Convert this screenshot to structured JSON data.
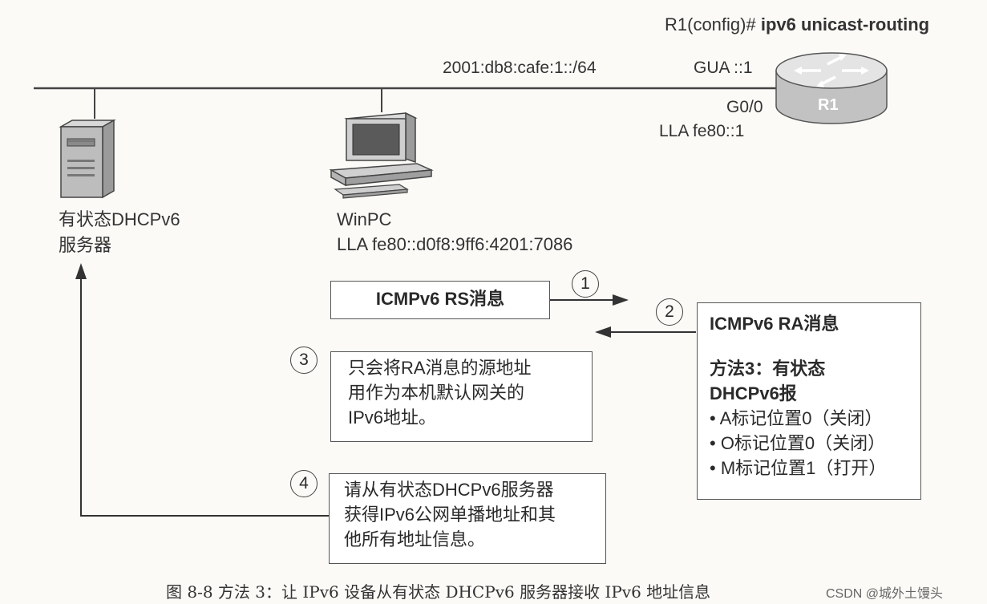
{
  "router": {
    "command_prompt": "R1(config)# ",
    "command": "ipv6 unicast-routing",
    "gua": "GUA ::1",
    "interface": "G0/0",
    "lla": "LLA fe80::1",
    "name": "R1"
  },
  "network": {
    "prefix": "2001:db8:cafe:1::/64"
  },
  "server": {
    "label_line1": "有状态DHCPv6",
    "label_line2": "服务器"
  },
  "pc": {
    "name": "WinPC",
    "lla": "LLA  fe80::d0f8:9ff6:4201:7086"
  },
  "steps": {
    "step1": {
      "number": "1",
      "message": "ICMPv6 RS消息"
    },
    "step2": {
      "number": "2",
      "title": "ICMPv6 RA消息",
      "method_line1": "方法3：有状态",
      "method_line2": "DHCPv6报",
      "flags": [
        "• A标记位置0（关闭）",
        "• O标记位置0（关闭）",
        "• M标记位置1（打开）"
      ]
    },
    "step3": {
      "number": "3",
      "lines": [
        "只会将RA消息的源地址",
        "用作为本机默认网关的",
        "IPv6地址。"
      ]
    },
    "step4": {
      "number": "4",
      "lines": [
        "请从有状态DHCPv6服务器",
        "获得IPv6公网单播地址和其",
        "他所有地址信息。"
      ]
    }
  },
  "caption": "图 8-8   方法 3：让 IPv6 设备从有状态 DHCPv6 服务器接收 IPv6 地址信息",
  "watermark": "CSDN @城外土馒头",
  "colors": {
    "line": "#444444",
    "router_body": "#c7c7c7",
    "router_top": "#e2e2e2",
    "box_border": "#555555"
  }
}
